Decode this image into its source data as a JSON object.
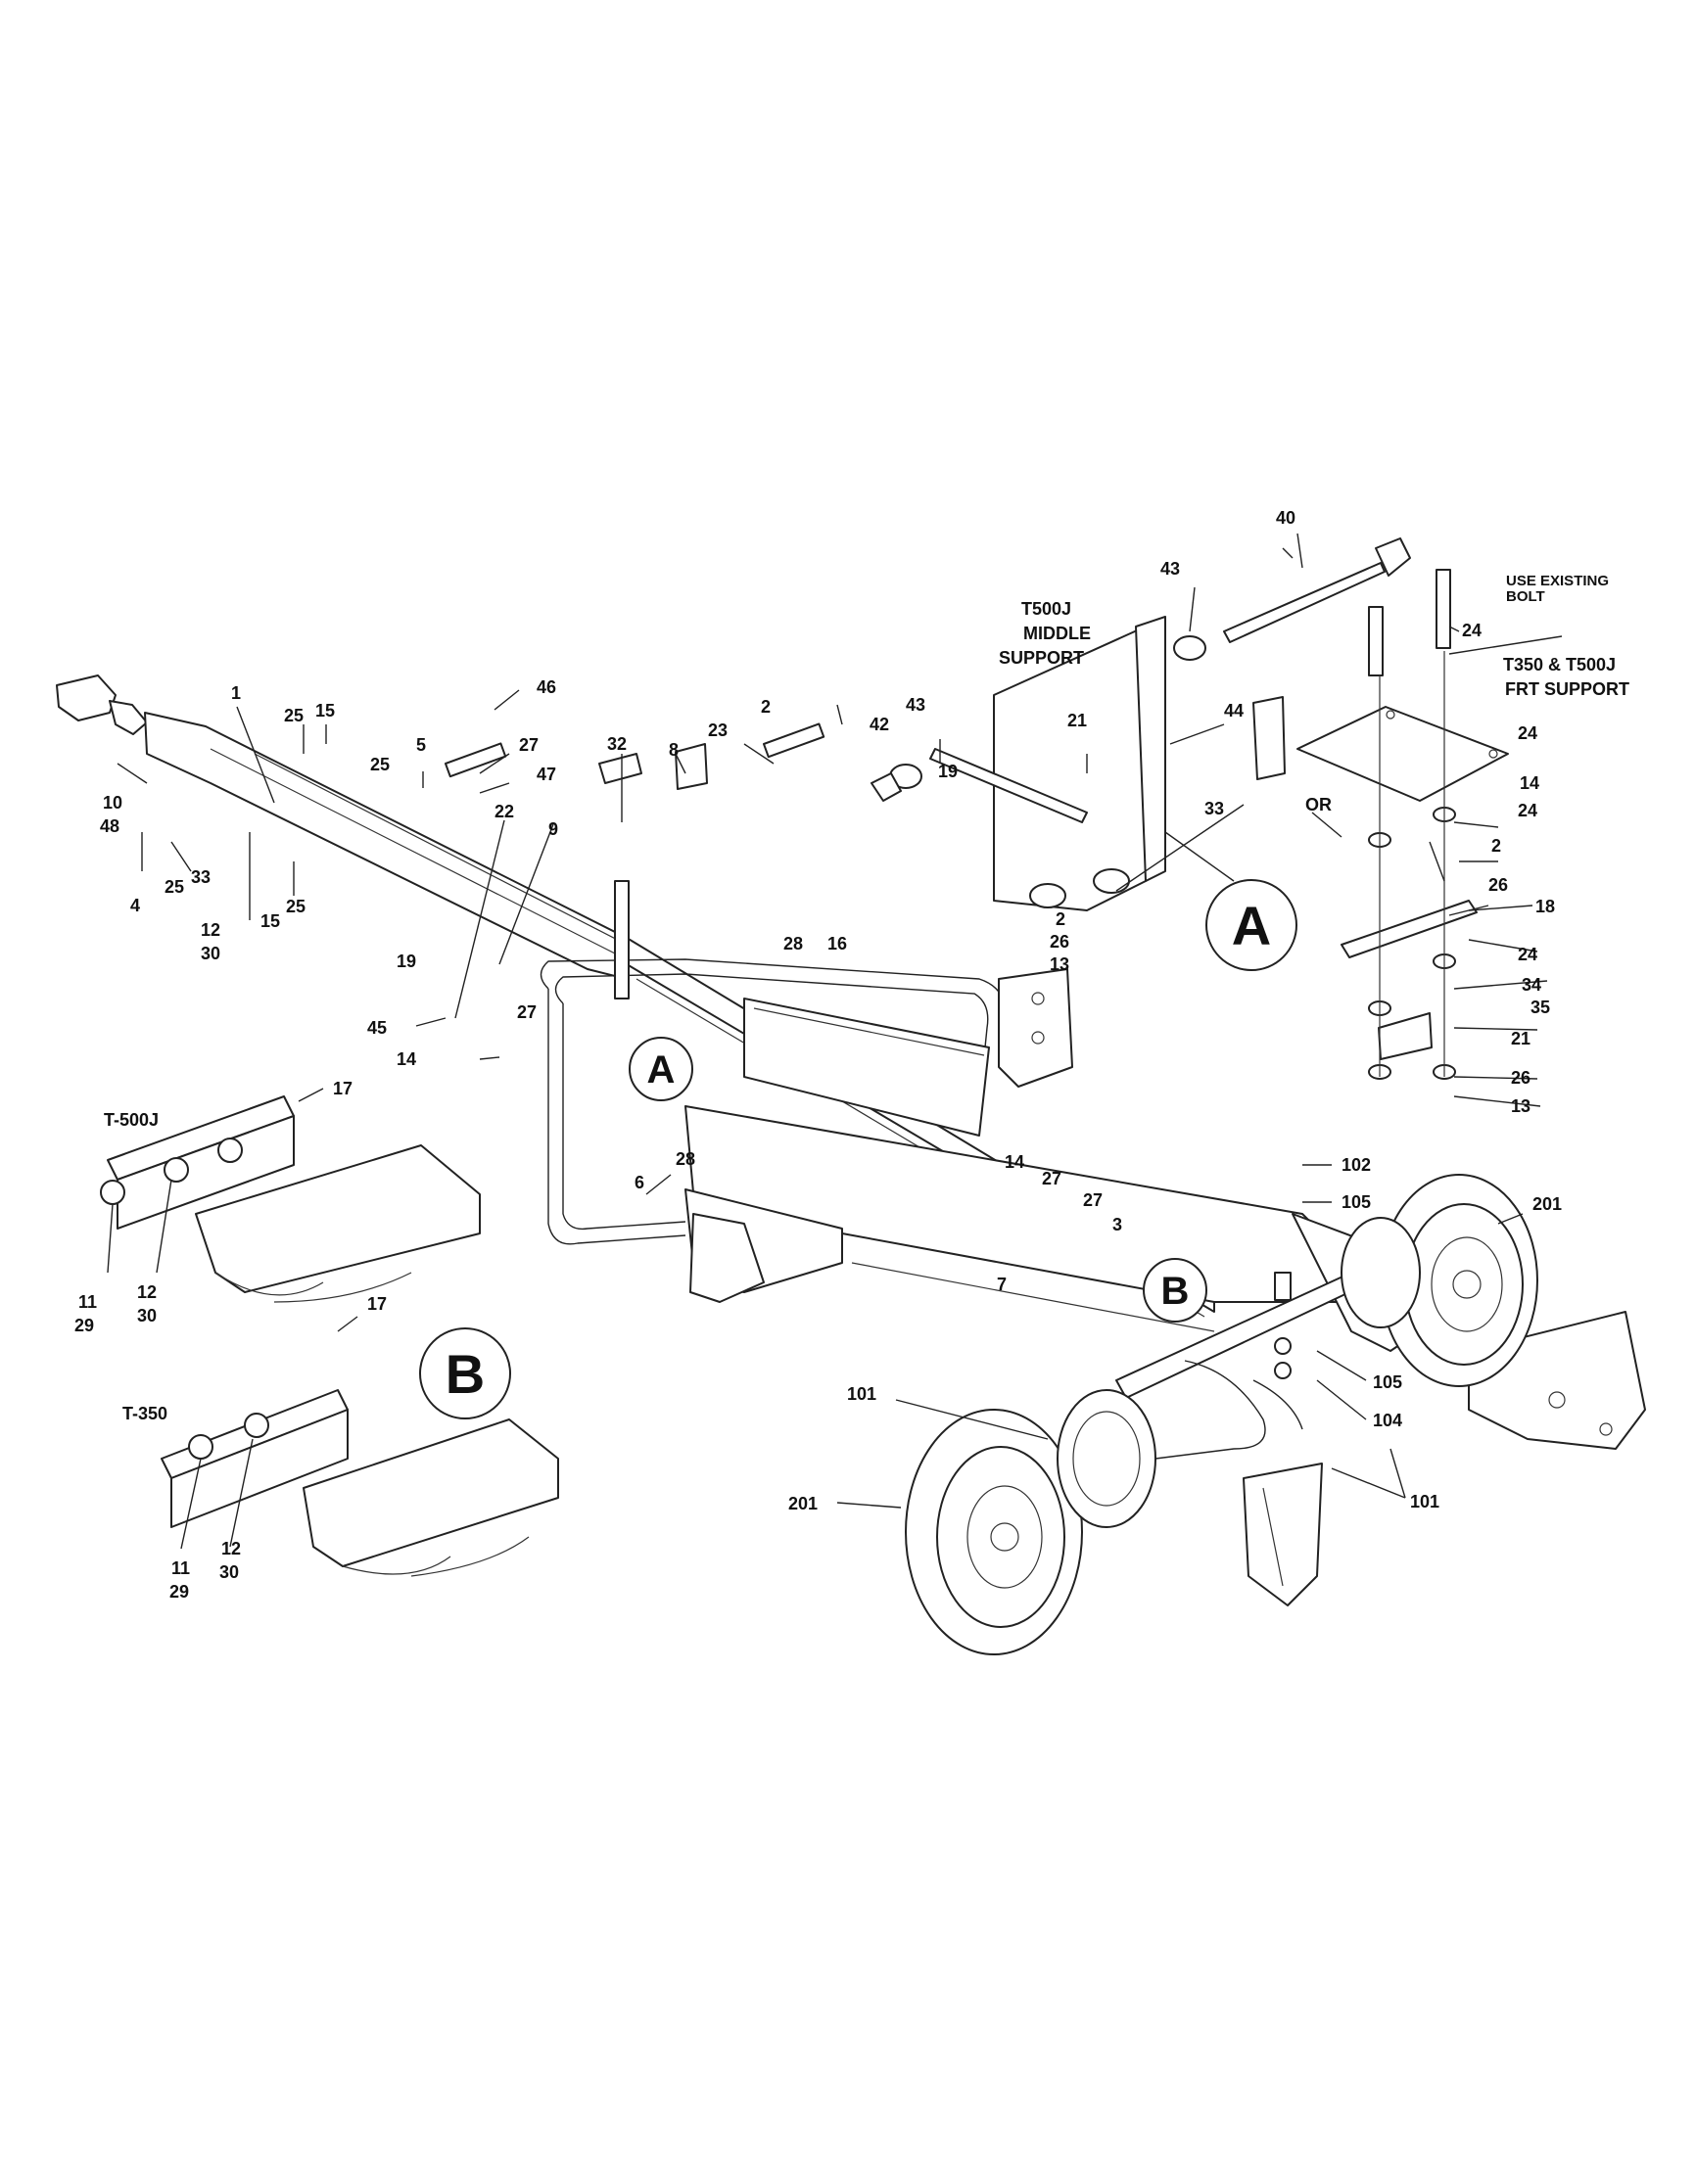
{
  "callouts": {
    "c1": "1",
    "c25a": "25",
    "c15a": "15",
    "c5": "5",
    "c46": "46",
    "c27a": "27",
    "c47": "47",
    "c22": "22",
    "c9": "9",
    "c25b": "25",
    "c10": "10",
    "c48": "48",
    "c4": "4",
    "c25c": "25",
    "c33a": "33",
    "c12a": "12",
    "c30a": "30",
    "c15b": "15",
    "c25d": "25",
    "c19a": "19",
    "c45": "45",
    "c27b": "27",
    "c14a": "14",
    "c32": "32",
    "c8": "8",
    "c23": "23",
    "c2a": "2",
    "c40": "40",
    "c43a": "43",
    "c42": "42",
    "c43b": "43",
    "c21a": "21",
    "c44": "44",
    "c19b": "19",
    "c2b": "2",
    "c26a": "26",
    "c13a": "13",
    "c33b": "33",
    "c24a": "24",
    "c24b": "24",
    "c14b": "14",
    "c24c": "24",
    "c2c": "2",
    "c26b": "26",
    "c18": "18",
    "c24d": "24",
    "c34": "34",
    "c35": "35",
    "c21b": "21",
    "c26c": "26",
    "c13b": "13",
    "c28a": "28",
    "c16": "16",
    "c6": "6",
    "c28b": "28",
    "c14c": "14",
    "c27c": "27",
    "c27d": "27",
    "c3": "3",
    "c7": "7",
    "c102": "102",
    "c105a": "105",
    "c201a": "201",
    "c105b": "105",
    "c104": "104",
    "c101a": "101",
    "c101b": "101",
    "c201b": "201",
    "c17a": "17",
    "c11a": "11",
    "c29a": "29",
    "c12b": "12",
    "c30b": "30",
    "c17b": "17",
    "c11b": "11",
    "c29b": "29",
    "c12c": "12",
    "c30c": "30"
  },
  "text": {
    "use_existing_1": "USE EXISTING",
    "use_existing_2": "BOLT",
    "frt_support_1": "T350 & T500J",
    "frt_support_2": "FRT SUPPORT",
    "mid_support_1": "T500J",
    "mid_support_2": "MIDDLE",
    "mid_support_3": "SUPPORT",
    "or": "OR",
    "detail_a": "A",
    "detail_b": "B",
    "model_t500j": "T-500J",
    "model_t350": "T-350"
  }
}
